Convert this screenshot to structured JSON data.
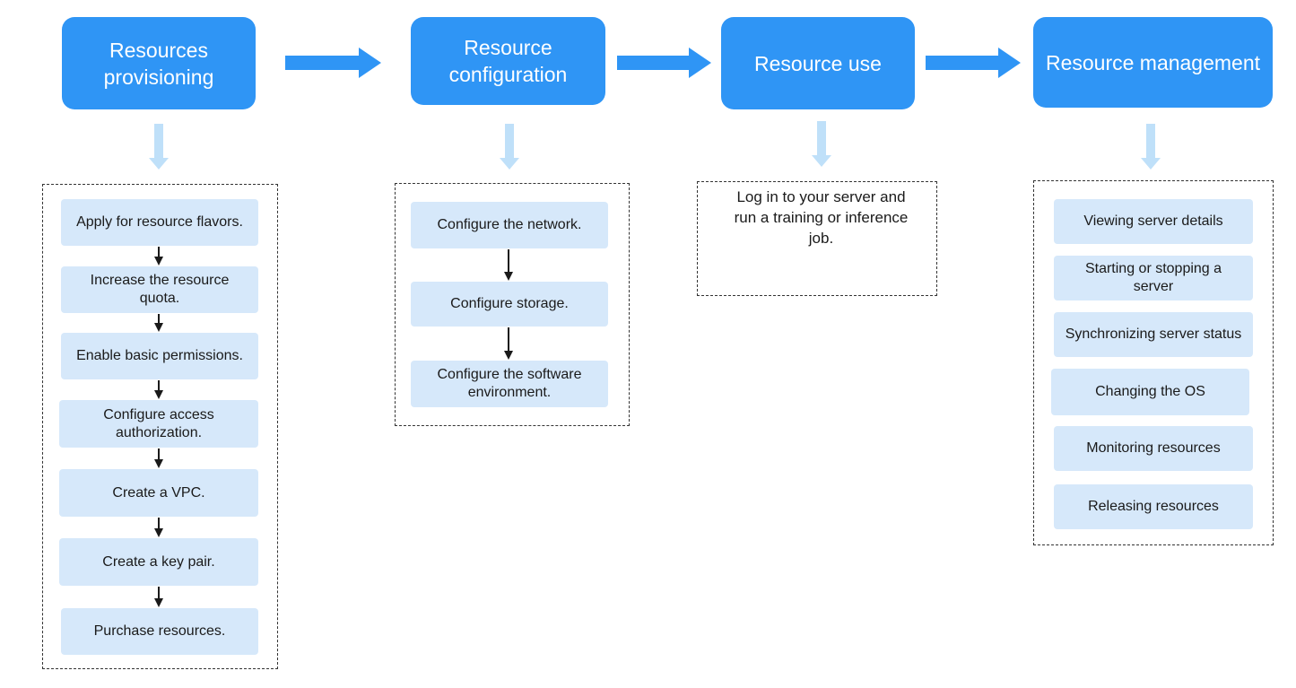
{
  "stages": [
    {
      "title": "Resources provisioning"
    },
    {
      "title": "Resource configuration"
    },
    {
      "title": "Resource use"
    },
    {
      "title": "Resource management"
    }
  ],
  "provisioning_steps": [
    "Apply for resource flavors.",
    "Increase the resource quota.",
    "Enable basic permissions.",
    "Configure access authorization.",
    "Create a VPC.",
    "Create a key pair.",
    "Purchase resources."
  ],
  "configuration_steps": [
    "Configure the network.",
    "Configure storage.",
    "Configure the software environment."
  ],
  "use_note": "Log in to your server and run a training or inference job.",
  "management_steps": [
    "Viewing server details",
    "Starting or stopping a server",
    "Synchronizing server status",
    "Changing the OS",
    "Monitoring resources",
    "Releasing resources"
  ],
  "colors": {
    "stage_fill": "#2f95f5",
    "stage_text": "#ffffff",
    "step_fill": "#d6e8fa",
    "down_arrow": "#bfe0f9",
    "flow_arrow": "#2f95f5",
    "border": "#333333"
  }
}
